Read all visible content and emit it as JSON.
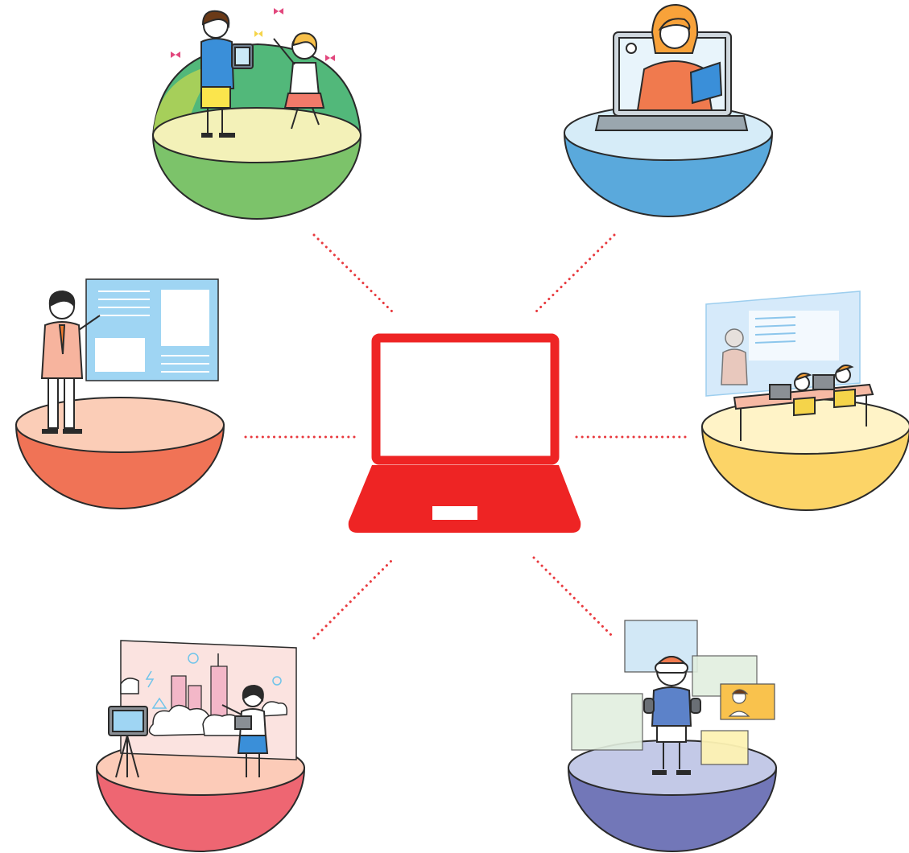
{
  "hub": {
    "icon": "laptop-icon",
    "color": "#ee2424"
  },
  "connector_color": "#e8383d",
  "scenes": [
    {
      "name": "outdoor-learning",
      "bowl_color": "#7cc36a",
      "top_color": "#f3f1b8"
    },
    {
      "name": "online-video-lesson",
      "bowl_color": "#5aa9dc",
      "top_color": "#d6ecf8"
    },
    {
      "name": "teacher-presentation",
      "bowl_color": "#f07356",
      "top_color": "#fbcdb7"
    },
    {
      "name": "classroom-with-projection",
      "bowl_color": "#fcd467",
      "top_color": "#fff3c7"
    },
    {
      "name": "media-studio-broadcast",
      "bowl_color": "#ee6672",
      "top_color": "#fccbb8"
    },
    {
      "name": "vr-metaverse-learning",
      "bowl_color": "#7277b8",
      "top_color": "#c3c9e7"
    }
  ]
}
